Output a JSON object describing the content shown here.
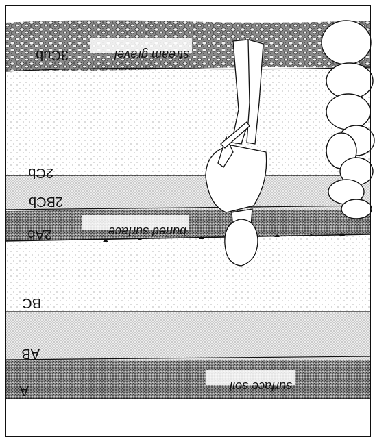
{
  "figure": {
    "orientation": "rotated-180",
    "horizon_labels": {
      "c3": "3Cub",
      "c2": "2Cb",
      "bc2": "2BCb",
      "ab2": "2Ab",
      "bc": "BC",
      "ab": "AB",
      "a": "A"
    },
    "layer_labels": {
      "stream_gravel": "stream gravel",
      "buried_surface": "buried surface",
      "surface_soil": "surface soil"
    },
    "colors": {
      "ink": "#111111",
      "paper": "#ffffff",
      "dark_soil": "#6e6e6e",
      "light_band": "#e6e6e6"
    }
  }
}
